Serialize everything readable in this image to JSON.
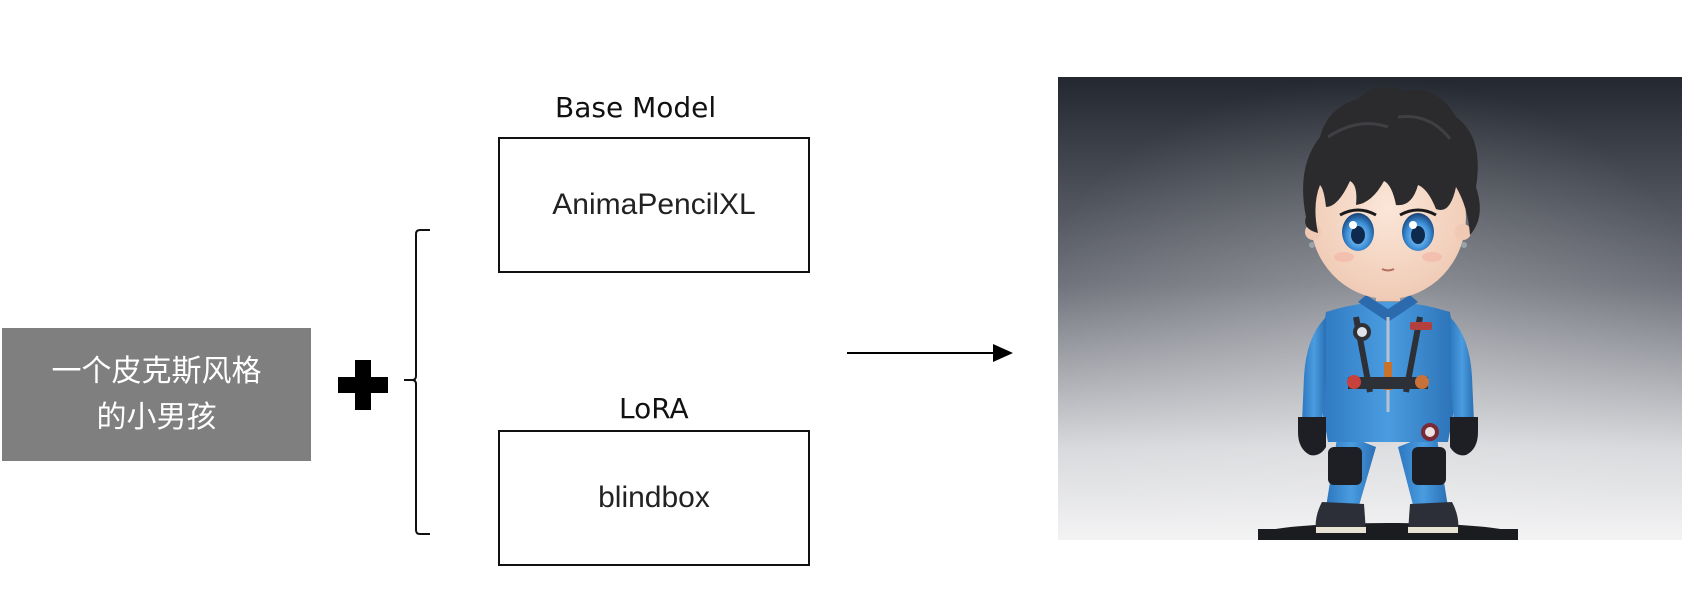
{
  "prompt": {
    "text": "一个皮克斯风格\n的小男孩"
  },
  "base_model": {
    "heading": "Base Model",
    "name": "AnimaPencilXL"
  },
  "lora": {
    "heading": "LoRA",
    "name": "blindbox"
  },
  "output_image": {
    "subject": "chibi boy figure in blue jumpsuit on round base",
    "background_colors": [
      "#23272f",
      "#f3f3f4"
    ],
    "suit_color": "#3c8fd6",
    "hair_color": "#2b2a2c"
  },
  "colors": {
    "prompt_bg": "#7f7f7f",
    "prompt_text": "#ffffff",
    "stroke": "#111111"
  }
}
